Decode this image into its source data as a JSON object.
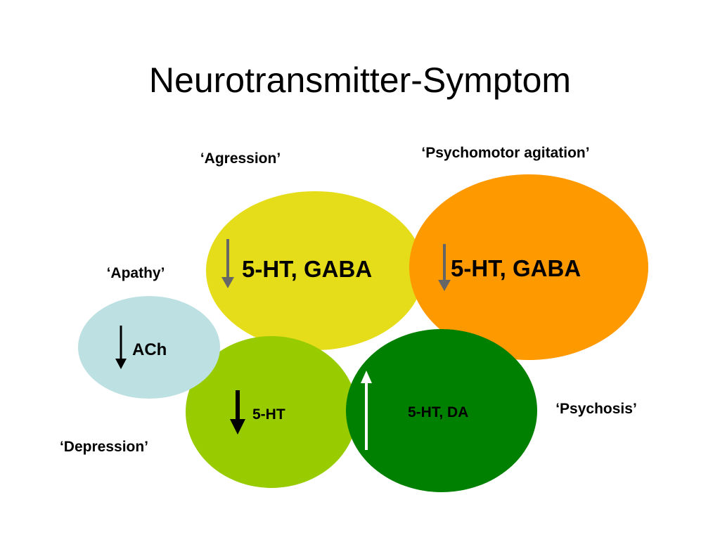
{
  "title": "Neurotransmitter-Symptom",
  "symptoms": {
    "aggression": "‘Agression’",
    "agitation": "‘Psychomotor agitation’",
    "apathy": "‘Apathy’",
    "psychosis": "‘Psychosis’",
    "depression": "‘Depression’"
  },
  "circles": {
    "aggression": {
      "text": "5-HT, GABA",
      "color": "#E6DD1A",
      "direction": "down"
    },
    "agitation": {
      "text": "5-HT, GABA",
      "color": "#FF9900",
      "direction": "down"
    },
    "apathy": {
      "text": "ACh",
      "color": "#BDE0E2",
      "direction": "down"
    },
    "depression": {
      "text": "5-HT",
      "color": "#99CC00",
      "direction": "down"
    },
    "psychosis": {
      "text": "5-HT, DA",
      "color": "#008000",
      "direction": "up"
    }
  },
  "colors": {
    "arrow_gray": "#666666",
    "arrow_black": "#000000",
    "arrow_white": "#ffffff"
  }
}
